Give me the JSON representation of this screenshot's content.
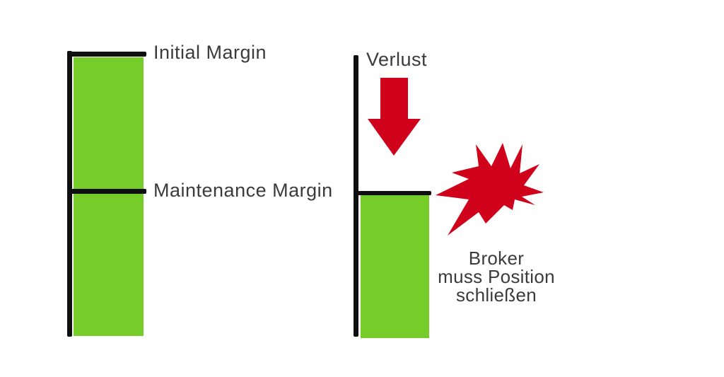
{
  "colors": {
    "green": "#76cc28",
    "red": "#d0021b",
    "text": "#3b3b3b",
    "line": "#0f0f0f",
    "background": "#ffffff"
  },
  "left_panel": {
    "initial_margin_label": "Initial Margin",
    "maintenance_margin_label": "Maintenance Margin"
  },
  "right_panel": {
    "loss_label": "Verlust",
    "broker_note_lines": [
      "Broker",
      "muss Position",
      "schließen"
    ],
    "icons": {
      "down_arrow": "down-arrow-icon",
      "burst": "explosion-burst-icon"
    }
  }
}
